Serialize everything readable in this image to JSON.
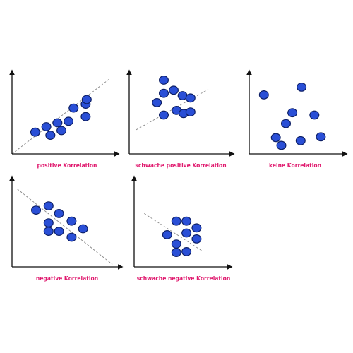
{
  "accent_color": "#e0196e",
  "dot_color": "#2a4fd6",
  "dot_stroke": "#0d1f66",
  "trend_color": "#888888",
  "axis_color": "#111111",
  "chart_data": [
    {
      "type": "scatter",
      "caption": "positive Korrelation",
      "xlim": [
        0,
        10
      ],
      "ylim": [
        0,
        10
      ],
      "trend": [
        [
          0,
          0
        ],
        [
          9.6,
          9.6
        ]
      ],
      "points": [
        [
          2.3,
          2.8
        ],
        [
          3.4,
          3.5
        ],
        [
          3.8,
          2.4
        ],
        [
          4.5,
          4.0
        ],
        [
          4.9,
          3.0
        ],
        [
          5.6,
          4.2
        ],
        [
          6.1,
          5.9
        ],
        [
          7.3,
          4.8
        ],
        [
          7.3,
          6.4
        ],
        [
          7.4,
          7.0
        ]
      ]
    },
    {
      "type": "scatter",
      "caption": "schwache positive Korrelation",
      "xlim": [
        0,
        10
      ],
      "ylim": [
        0,
        10
      ],
      "trend": [
        [
          0.7,
          3.1
        ],
        [
          8.0,
          8.3
        ]
      ],
      "points": [
        [
          3.5,
          9.5
        ],
        [
          2.8,
          6.6
        ],
        [
          3.5,
          7.8
        ],
        [
          3.5,
          5.0
        ],
        [
          4.5,
          8.2
        ],
        [
          4.8,
          5.6
        ],
        [
          5.4,
          7.5
        ],
        [
          5.5,
          5.2
        ],
        [
          6.2,
          5.4
        ],
        [
          6.2,
          7.2
        ]
      ]
    },
    {
      "type": "scatter",
      "caption": "keine Korrelation",
      "xlim": [
        0,
        10
      ],
      "ylim": [
        0,
        10
      ],
      "trend": null,
      "points": [
        [
          1.6,
          7.6
        ],
        [
          5.7,
          8.6
        ],
        [
          4.7,
          5.3
        ],
        [
          7.1,
          5.0
        ],
        [
          4.0,
          3.9
        ],
        [
          2.9,
          2.1
        ],
        [
          3.5,
          1.1
        ],
        [
          5.6,
          1.7
        ],
        [
          7.8,
          2.2
        ]
      ]
    },
    {
      "type": "scatter",
      "caption": "negative Korrelation",
      "xlim": [
        0,
        10
      ],
      "ylim": [
        0,
        10
      ],
      "trend": [
        [
          0.5,
          9.2
        ],
        [
          9.6,
          0.3
        ]
      ],
      "points": [
        [
          2.3,
          6.7
        ],
        [
          3.5,
          7.2
        ],
        [
          4.5,
          6.3
        ],
        [
          3.5,
          5.2
        ],
        [
          5.7,
          5.4
        ],
        [
          3.5,
          4.2
        ],
        [
          4.5,
          4.2
        ],
        [
          6.8,
          4.5
        ],
        [
          5.7,
          3.5
        ]
      ]
    },
    {
      "type": "scatter",
      "caption": "schwache negative Korrelation",
      "xlim": [
        0,
        10
      ],
      "ylim": [
        0,
        10
      ],
      "trend": [
        [
          1.1,
          6.3
        ],
        [
          7.4,
          1.9
        ]
      ],
      "points": [
        [
          4.6,
          5.4
        ],
        [
          5.7,
          5.4
        ],
        [
          3.6,
          3.8
        ],
        [
          5.7,
          4.0
        ],
        [
          6.8,
          4.6
        ],
        [
          4.6,
          2.7
        ],
        [
          6.8,
          3.3
        ],
        [
          4.6,
          1.7
        ],
        [
          5.7,
          1.8
        ]
      ]
    }
  ]
}
